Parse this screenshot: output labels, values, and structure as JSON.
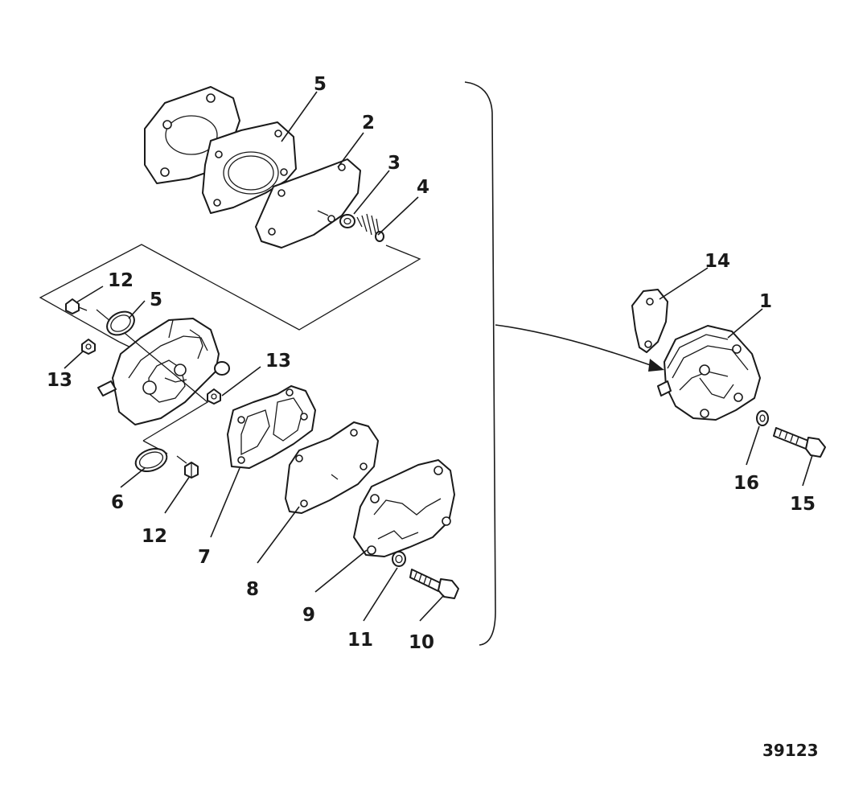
{
  "figure_number": "39123",
  "callouts": {
    "c1": "1",
    "c2": "2",
    "c3": "3",
    "c4": "4",
    "c5_top": "5",
    "c5_mid": "5",
    "c6_bottom": "6",
    "c7": "7",
    "c8": "8",
    "c9": "9",
    "c10": "10",
    "c11": "11",
    "c12_top": "12",
    "c12_bottom": "12",
    "c13_left": "13",
    "c13_right": "13",
    "c14": "14",
    "c15": "15",
    "c16": "16"
  }
}
